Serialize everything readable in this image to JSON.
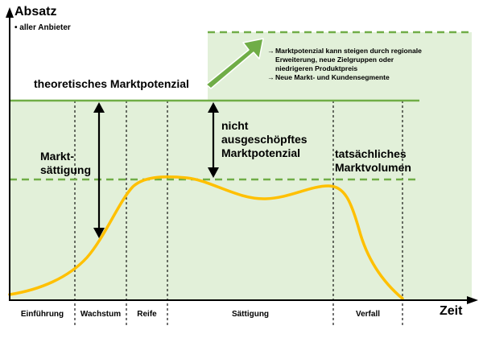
{
  "y_axis_title": "Absatz",
  "y_axis_subtitle": "• aller Anbieter",
  "x_axis_title": "Zeit",
  "labels": {
    "theoretical": "theoretisches Marktpotenzial",
    "saturation": [
      "Markt-",
      "sättigung"
    ],
    "unexploited": [
      "nicht",
      "ausgeschöpftes",
      "Marktpotenzial"
    ],
    "actual": [
      "tatsächliches",
      "Marktvolumen"
    ]
  },
  "note": {
    "arrow_glyph": "→",
    "items": [
      [
        "Marktpotenzial kann steigen  durch regionale",
        "Erweiterung, neue Zielgruppen oder",
        "niedrigeren Produktpreis"
      ],
      [
        "Neue Markt- und Kundensegmente"
      ]
    ]
  },
  "phases": [
    "Einführung",
    "Wachstum",
    "Reife",
    "Sättigung",
    "Verfall"
  ],
  "colors": {
    "area_fill": "#e2f0d9",
    "line_green": "#70ad47",
    "curve": "#ffc000",
    "arrow_green": "#70ad47"
  }
}
